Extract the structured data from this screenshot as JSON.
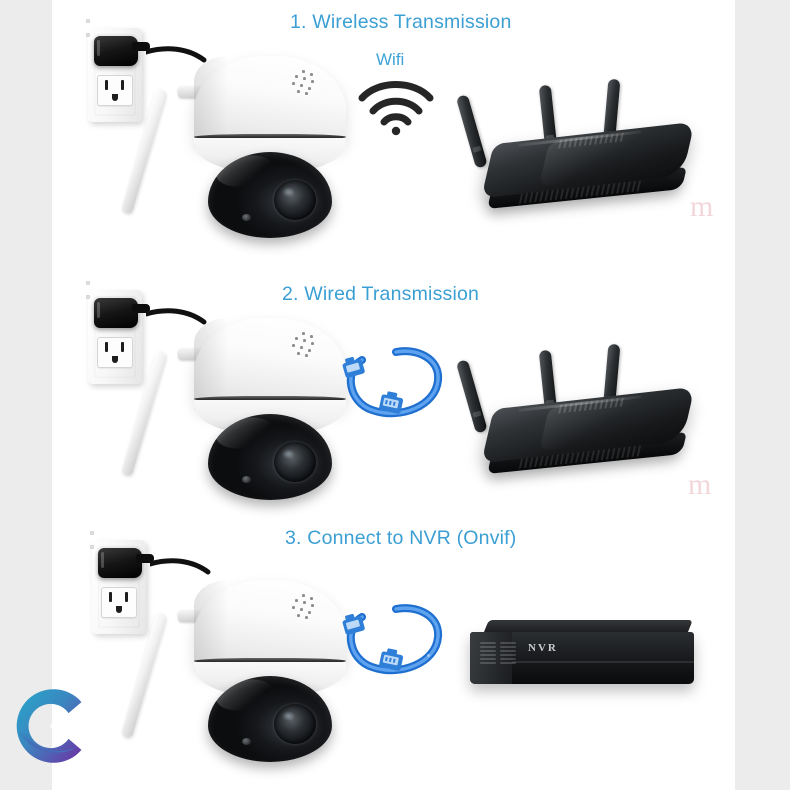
{
  "meta": {
    "background_color": "#ececec",
    "field_color": "#ffffff",
    "title_color": "#3b9fd4"
  },
  "panels": [
    {
      "id": "wireless",
      "title": "1. Wireless Transmission",
      "sub_label": "Wifi",
      "devices": {
        "outlet_name": "wall-outlet",
        "adapter_name": "power-adapter",
        "camera_name": "ptz-dome-camera",
        "link_icon": "wifi-icon",
        "target_name": "wireless-router",
        "target_label": ""
      }
    },
    {
      "id": "wired",
      "title": "2. Wired Transmission",
      "sub_label": "",
      "devices": {
        "outlet_name": "wall-outlet",
        "adapter_name": "power-adapter",
        "camera_name": "ptz-dome-camera",
        "link_icon": "ethernet-cable-icon",
        "target_name": "wireless-router",
        "target_label": ""
      }
    },
    {
      "id": "nvr",
      "title": "3. Connect to NVR (Onvif)",
      "sub_label": "",
      "devices": {
        "outlet_name": "wall-outlet",
        "adapter_name": "power-adapter",
        "camera_name": "ptz-dome-camera",
        "link_icon": "ethernet-cable-icon",
        "target_name": "nvr-recorder",
        "target_label": "NVR"
      }
    }
  ],
  "watermarks": [
    "m",
    "m"
  ],
  "brand": {
    "logo_name": "c-logo",
    "gradient_from": "#2aa9c9",
    "gradient_to": "#6c2fa0"
  }
}
